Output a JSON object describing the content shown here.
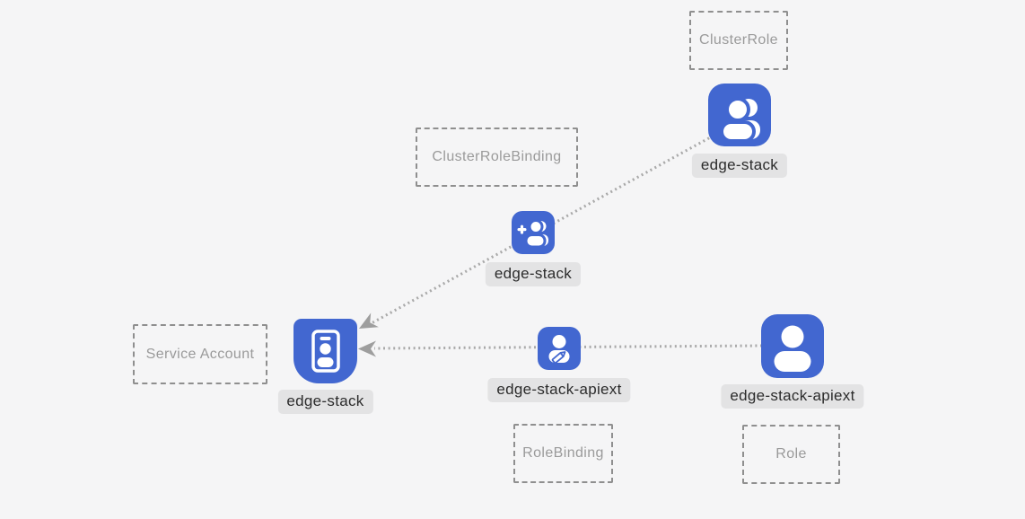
{
  "diagram": {
    "description": "Kubernetes RBAC relationship diagram",
    "colors": {
      "background": "#f5f5f6",
      "node_blue": "#4267d0",
      "glyph_white": "#ffffff",
      "label_bg": "#e3e3e4",
      "label_text": "#2b2b2b",
      "box_border": "#8f8f8f",
      "box_text": "#9a9a9a",
      "edge_dots": "#a9a9a9",
      "arrowhead": "#9e9e9e"
    },
    "type_boxes": [
      {
        "id": "clusterrole",
        "label": "ClusterRole"
      },
      {
        "id": "clusterrolebinding",
        "label": "ClusterRoleBinding"
      },
      {
        "id": "serviceaccount",
        "label": "Service Account"
      },
      {
        "id": "rolebinding",
        "label": "RoleBinding"
      },
      {
        "id": "role",
        "label": "Role"
      }
    ],
    "nodes": [
      {
        "id": "clusterrole-edge-stack",
        "label": "edge-stack",
        "icon": "users-icon",
        "kind": "ClusterRole"
      },
      {
        "id": "clusterrolebinding-edge-stack",
        "label": "edge-stack",
        "icon": "user-plus-icon",
        "kind": "ClusterRoleBinding"
      },
      {
        "id": "serviceaccount-edge-stack",
        "label": "edge-stack",
        "icon": "id-badge-icon",
        "kind": "Service Account"
      },
      {
        "id": "rolebinding-edge-stack-apiext",
        "label": "edge-stack-apiext",
        "icon": "user-edit-icon",
        "kind": "RoleBinding"
      },
      {
        "id": "role-edge-stack-apiext",
        "label": "edge-stack-apiext",
        "icon": "user-icon",
        "kind": "Role"
      }
    ],
    "edges": [
      {
        "from": "clusterrole-edge-stack",
        "via": "clusterrolebinding-edge-stack",
        "to": "serviceaccount-edge-stack",
        "style": "dotted-arrow"
      },
      {
        "from": "role-edge-stack-apiext",
        "via": "rolebinding-edge-stack-apiext",
        "to": "serviceaccount-edge-stack",
        "style": "dotted-arrow"
      }
    ]
  }
}
